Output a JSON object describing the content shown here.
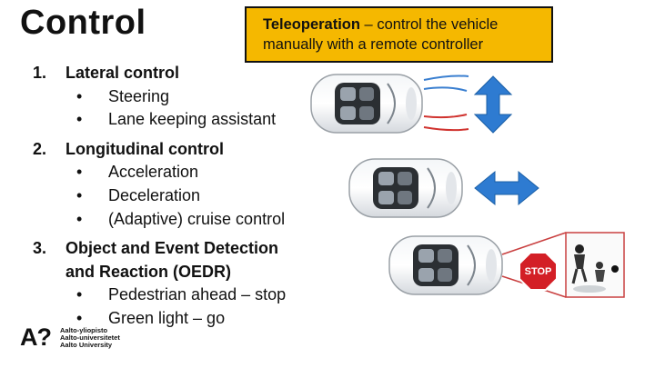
{
  "slide": {
    "title": "Control",
    "callout": {
      "bold": "Teleoperation",
      "rest": " – control the vehicle manually with a remote controller"
    },
    "items": [
      {
        "number": "1.",
        "heading": "Lateral control",
        "subs": [
          "Steering",
          "Lane keeping assistant"
        ]
      },
      {
        "number": "2.",
        "heading": "Longitudinal control",
        "subs": [
          "Acceleration",
          "Deceleration",
          "(Adaptive) cruise control"
        ]
      },
      {
        "number": "3.",
        "heading_line1": "Object and Event Detection",
        "heading_line2": "and Reaction (OEDR)",
        "subs": [
          "Pedestrian ahead – stop",
          "Green light – go"
        ]
      }
    ],
    "bullet": "•",
    "stop_sign": "STOP",
    "logo": {
      "mark": "A?",
      "lines": [
        "Aalto-yliopisto",
        "Aalto-universitetet",
        "Aalto University"
      ]
    },
    "colors": {
      "callout": "#f5b800",
      "arrow": "#2e7bd1",
      "line_blue": "#3a7fd0",
      "line_red": "#d0332f",
      "stop": "#d31f26",
      "frame": "#c94040"
    }
  }
}
